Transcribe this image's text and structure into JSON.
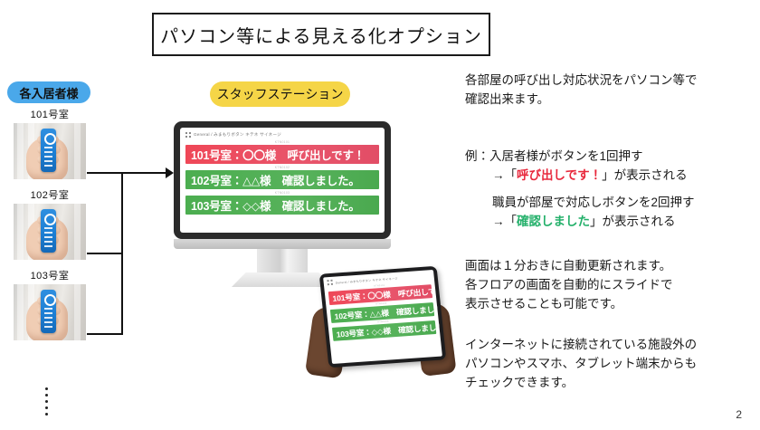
{
  "slide": {
    "title": "パソコン等による見える化オプション",
    "page_number": "2"
  },
  "left_column": {
    "badge": "各入居者様",
    "rooms": [
      {
        "label": "101号室"
      },
      {
        "label": "102号室"
      },
      {
        "label": "103号室"
      }
    ],
    "continuation_dots": "⋮"
  },
  "center": {
    "staff_badge": "スタッフステーション",
    "screen": {
      "breadcrumb": "General / みまもりボタン キテネ サイネージ",
      "rows": [
        {
          "tag": "KTN0101",
          "text": "101号室：〇〇様　呼び出しです！",
          "state": "calling",
          "color": "#e8556b"
        },
        {
          "tag": "KTN0102",
          "text": "102号室：△△様　確認しました。",
          "state": "confirmed",
          "color": "#4cae50"
        },
        {
          "tag": "KTN0103",
          "text": "103号室：◇◇様　確認しました。",
          "state": "confirmed",
          "color": "#4cae50"
        }
      ]
    }
  },
  "right_column": {
    "paragraph1_line1": "各部屋の呼び出し対応状況をパソコン等で",
    "paragraph1_line2": "確認出来ます。",
    "example_line1": "例：入居者様がボタンを1回押す",
    "example_line2_pre": "→「",
    "example_line2_hl": "呼び出しです！",
    "example_line2_post": "」が表示される",
    "example_line3": "職員が部屋で対応しボタンを2回押す",
    "example_line4_pre": "→「",
    "example_line4_hl": "確認しました",
    "example_line4_post": "」が表示される",
    "paragraph3_line1": "画面は１分おきに自動更新されます。",
    "paragraph3_line2": "各フロアの画面を自動的にスライドで",
    "paragraph3_line3": "表示させることも可能です。",
    "paragraph4_line1": "インターネットに接続されている施設外の",
    "paragraph4_line2": "パソコンやスマホ、タブレット端末からも",
    "paragraph4_line3": "チェックできます。"
  },
  "colors": {
    "resident_badge": "#4aa8ea",
    "staff_badge": "#f5d547",
    "alert_red": "#e8283c",
    "confirm_green": "#23b06a"
  }
}
